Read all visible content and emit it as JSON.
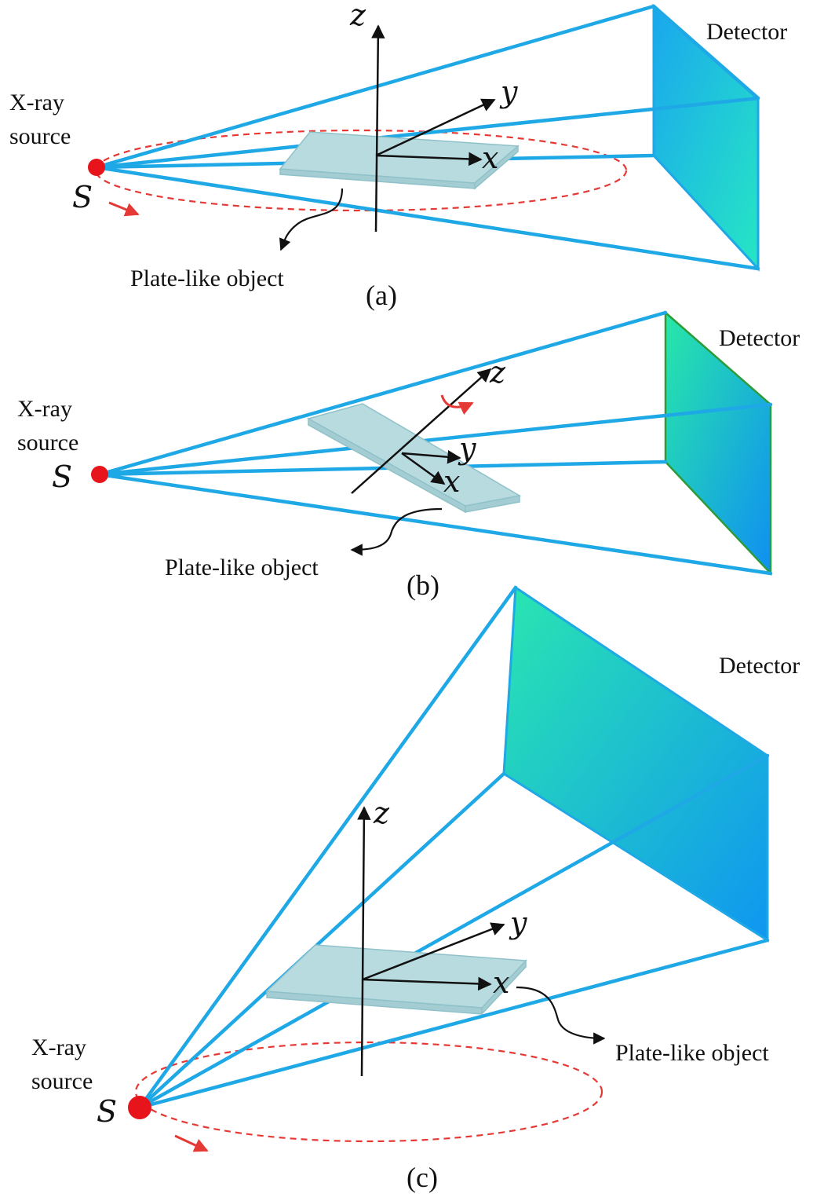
{
  "panels": [
    {
      "caption": "(a)",
      "detector_label": "Detector",
      "source_label_line1": "X-ray",
      "source_label_line2": "source",
      "source_symbol": "S",
      "object_label": "Plate-like object",
      "axes": {
        "x": "x",
        "y": "y",
        "z": "z"
      }
    },
    {
      "caption": "(b)",
      "detector_label": "Detector",
      "source_label_line1": "X-ray",
      "source_label_line2": "source",
      "source_symbol": "S",
      "object_label": "Plate-like object",
      "axes": {
        "x": "x",
        "y": "y",
        "z": "z"
      }
    },
    {
      "caption": "(c)",
      "detector_label": "Detector",
      "source_label_line1": "X-ray",
      "source_label_line2": "source",
      "source_symbol": "S",
      "object_label": "Plate-like object",
      "axes": {
        "x": "x",
        "y": "y",
        "z": "z"
      }
    }
  ],
  "colors": {
    "beam": "#1fa8e6",
    "source": "#e8141b",
    "orbit": "#e53935",
    "plate": "#b8dbe0",
    "detector_top": "#22e8b0",
    "detector_bottom": "#1192f0"
  }
}
